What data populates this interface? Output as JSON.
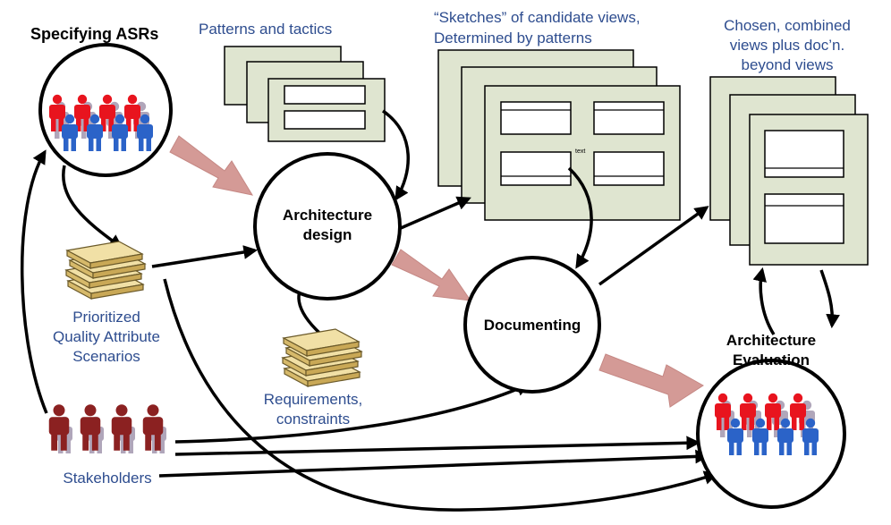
{
  "labels": {
    "specifying_asrs": "Specifying ASRs",
    "patterns_tactics": "Patterns and tactics",
    "sketches_line1": "“Sketches” of candidate views,",
    "sketches_line2": "Determined by patterns",
    "chosen_line1": "Chosen, combined",
    "chosen_line2": "views plus doc’n.",
    "chosen_line3": "beyond views",
    "arch_design_line1": "Architecture",
    "arch_design_line2": "design",
    "documenting": "Documenting",
    "arch_eval_line1": "Architecture",
    "arch_eval_line2": "Evaluation",
    "pqas_line1": "Prioritized",
    "pqas_line2": "Quality Attribute",
    "pqas_line3": "Scenarios",
    "req_line1": "Requirements,",
    "req_line2": "constraints",
    "stakeholders": "Stakeholders",
    "sketch_text": "text"
  },
  "colors": {
    "person_red": "#e8141e",
    "person_blue": "#2b63c8",
    "person_darkred": "#8b2121",
    "sheet_fill": "#dfe5d0",
    "label_blue": "#2e4d8f",
    "big_arrow": "#d49a96"
  }
}
